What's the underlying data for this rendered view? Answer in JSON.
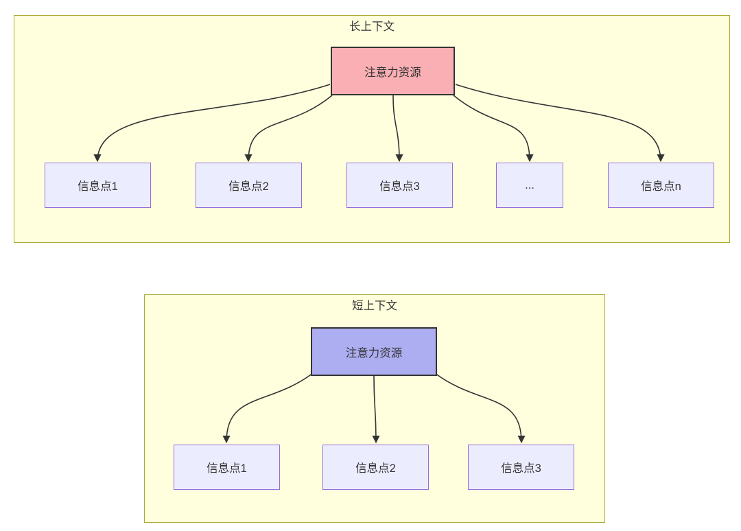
{
  "colors": {
    "page-bg": "#ffffff",
    "cluster-fill": "#ffffde",
    "cluster-border": "#aaaa33",
    "node-fill": "#ececff",
    "node-border": "#9370db",
    "source-long-fill": "#f9afb4",
    "source-short-fill": "#adadf2",
    "source-border": "#333333",
    "edge": "#333333",
    "text": "#333333"
  },
  "diagram": {
    "type": "flowchart",
    "clusters": [
      {
        "title": "长上下文",
        "source": {
          "label": "注意力资源"
        },
        "targets": [
          {
            "label": "信息点1"
          },
          {
            "label": "信息点2"
          },
          {
            "label": "信息点3"
          },
          {
            "label": "..."
          },
          {
            "label": "信息点n"
          }
        ],
        "edges": [
          {
            "from": "注意力资源",
            "to": "信息点1"
          },
          {
            "from": "注意力资源",
            "to": "信息点2"
          },
          {
            "from": "注意力资源",
            "to": "信息点3"
          },
          {
            "from": "注意力资源",
            "to": "..."
          },
          {
            "from": "注意力资源",
            "to": "信息点n"
          }
        ]
      },
      {
        "title": "短上下文",
        "source": {
          "label": "注意力资源"
        },
        "targets": [
          {
            "label": "信息点1"
          },
          {
            "label": "信息点2"
          },
          {
            "label": "信息点3"
          }
        ],
        "edges": [
          {
            "from": "注意力资源",
            "to": "信息点1"
          },
          {
            "from": "注意力资源",
            "to": "信息点2"
          },
          {
            "from": "注意力资源",
            "to": "信息点3"
          }
        ]
      }
    ]
  }
}
